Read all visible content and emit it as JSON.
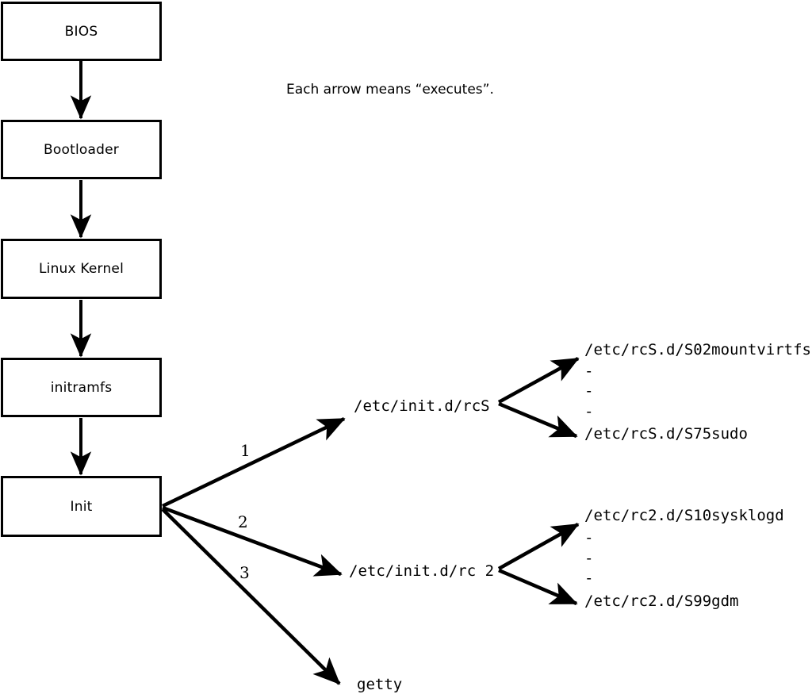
{
  "diagram": {
    "title_note": "Each arrow means “executes”.",
    "boot_chain": [
      {
        "label": "BIOS"
      },
      {
        "label": "Bootloader"
      },
      {
        "label": "Linux Kernel"
      },
      {
        "label": "initramfs"
      },
      {
        "label": "Init"
      }
    ],
    "init_branches": [
      {
        "number": "1",
        "label": "/etc/init.d/rcS"
      },
      {
        "number": "2",
        "label": "/etc/init.d/rc 2"
      },
      {
        "number": "3",
        "label": "getty"
      }
    ],
    "rcs_scripts": {
      "first": "/etc/rcS.d/S02mountvirtfs",
      "ellipsis": [
        "-",
        "-",
        "-"
      ],
      "last": "/etc/rcS.d/S75sudo"
    },
    "rc2_scripts": {
      "first": "/etc/rc2.d/S10sysklogd",
      "ellipsis": [
        "-",
        "-",
        "-"
      ],
      "last": "/etc/rc2.d/S99gdm"
    },
    "colors": {
      "stroke": "#000000",
      "background": "#ffffff",
      "text": "#000000"
    }
  }
}
